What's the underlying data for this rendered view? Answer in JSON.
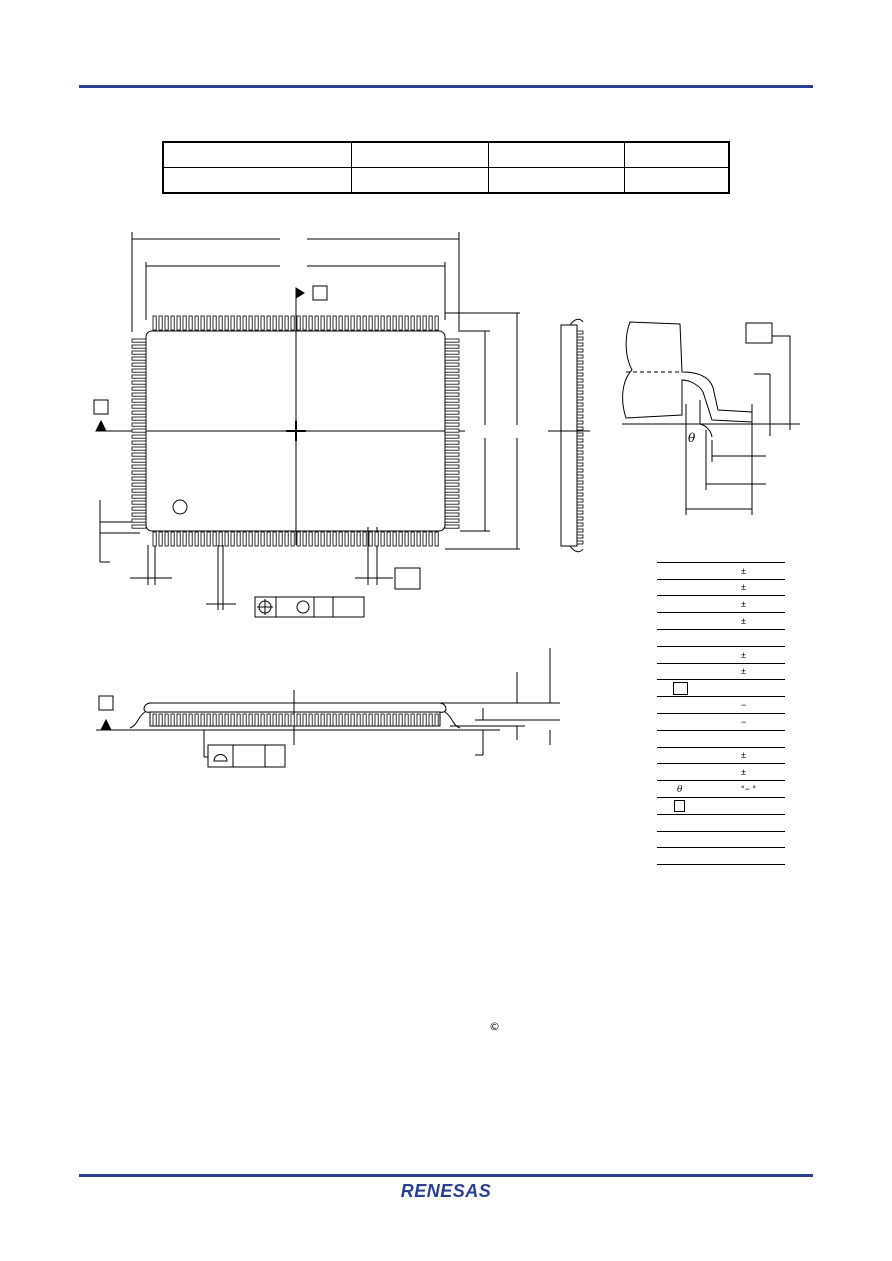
{
  "header_table": {
    "rows": [
      [
        "",
        "",
        "",
        ""
      ],
      [
        "",
        "",
        "",
        ""
      ]
    ]
  },
  "dimension_table": {
    "rows": [
      {
        "sym": "",
        "val": ""
      },
      {
        "sym": "",
        "val": "±"
      },
      {
        "sym": "",
        "val": "±"
      },
      {
        "sym": "",
        "val": "±"
      },
      {
        "sym": "",
        "val": "±"
      },
      {
        "sym": "",
        "val": ""
      },
      {
        "sym": "",
        "val": "±"
      },
      {
        "sym": "",
        "val": "±"
      },
      {
        "sym": "box",
        "val": ""
      },
      {
        "sym": "",
        "val": "−"
      },
      {
        "sym": "",
        "val": "−"
      },
      {
        "sym": "",
        "val": ""
      },
      {
        "sym": "",
        "val": "±"
      },
      {
        "sym": "",
        "val": "±"
      },
      {
        "sym": "θ",
        "val": "°−  °"
      },
      {
        "sym": "box-small",
        "val": ""
      },
      {
        "sym": "",
        "val": ""
      },
      {
        "sym": "",
        "val": ""
      },
      {
        "sym": "",
        "val": ""
      }
    ]
  },
  "drawing": {
    "theta_label": "θ",
    "copyright_symbol": "©"
  },
  "footer": {
    "brand": "RENESAS",
    "brand_color": "#2a3f8f"
  },
  "colors": {
    "rule": "#2a3f8f"
  }
}
